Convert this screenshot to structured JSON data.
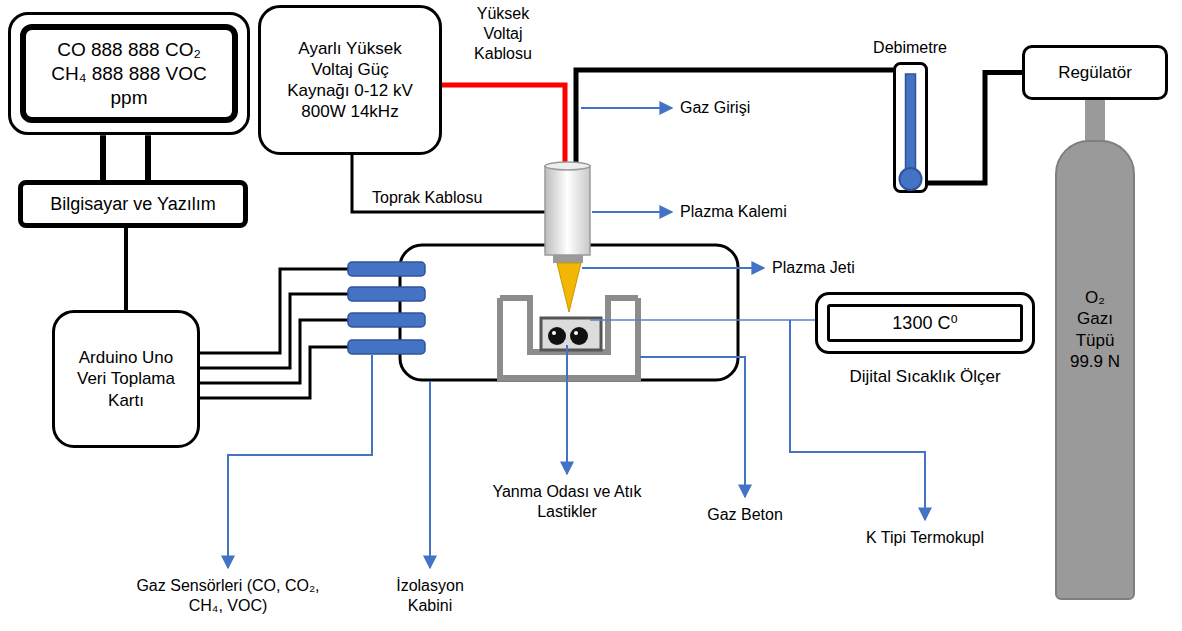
{
  "diagram": {
    "nodes": [
      {
        "text": [
          "CO 888 888 CO₂ CH₄ 888 888 VOC ppm"
        ]
      },
      {
        "text": [
          "Ayarlı Yüksek Voltaj Güç Kaynağı 0-12 kV 800W 14kHz"
        ]
      },
      {
        "text": [
          "Debimetre"
        ]
      },
      {
        "text": [
          "Regülatör"
        ]
      },
      {
        "text": [
          "Bilgisayar ve Yazılım"
        ]
      },
      {
        "text": [
          "Arduino Uno Veri Toplama Kartı"
        ]
      },
      {
        "text": [
          "1300 C⁰",
          "Dijital Sıcaklık Ölçer"
        ]
      },
      {
        "text": [
          "O₂ Gazı Tüpü 99.9 N"
        ]
      }
    ],
    "edges": [
      {
        "from": 0,
        "to": 4,
        "arrow": "none"
      },
      {
        "from": 4,
        "to": 5,
        "arrow": "none"
      },
      {
        "from": 2,
        "to": 3,
        "arrow": "none"
      },
      {
        "from": 3,
        "to": 7,
        "arrow": "none"
      }
    ],
    "labels": [
      "Yüksek Voltaj Kablosu",
      "Toprak Kablosu",
      "Gaz Girişi",
      "Plazma Kalemi",
      "Plazma Jeti",
      "Gaz Sensörleri (CO, CO₂, CH₄, VOC)",
      "İzolasyon Kabini",
      "Yanma Odası ve Atık Lastikler",
      "Gaz Beton",
      "K Tipi Termokupl"
    ]
  }
}
